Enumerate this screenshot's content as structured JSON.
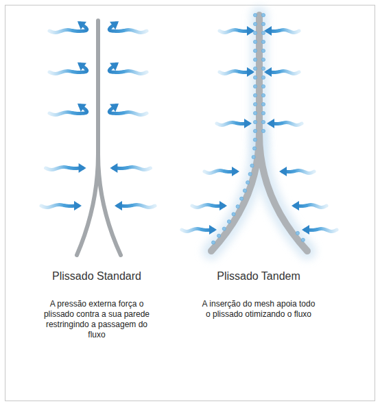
{
  "diagram": {
    "labels": [
      "Plissado Standard",
      "A pressão externa força o plissado contra a sua parede restringindo a passagem do fluxo",
      "Plissado Tandem",
      "A inserção do mesh apoia todo o plissado otimizando o fluxo"
    ]
  }
}
